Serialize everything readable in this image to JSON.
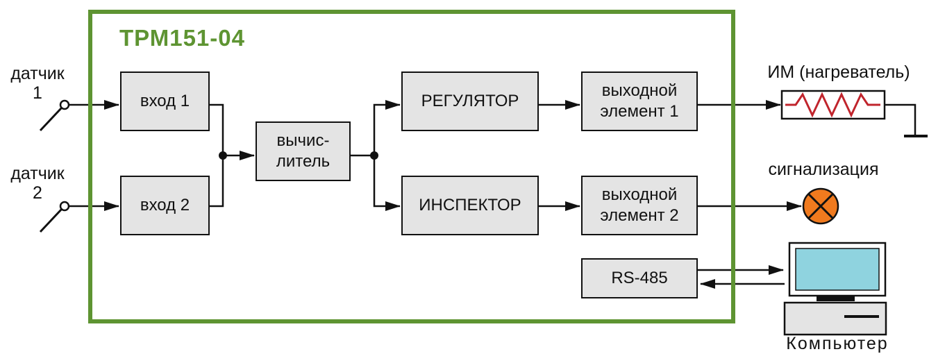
{
  "device": {
    "title": "ТРМ151-04"
  },
  "sensors": [
    {
      "label": "датчик\n1"
    },
    {
      "label": "датчик\n2"
    }
  ],
  "blocks": {
    "input1": "вход 1",
    "input2": "вход 2",
    "calculator": "вычис-\nлитель",
    "regulator": "РЕГУЛЯТОР",
    "inspector": "ИНСПЕКТОР",
    "output1": "выходной\nэлемент 1",
    "output2": "выходной\nэлемент 2",
    "rs485": "RS-485"
  },
  "external": {
    "actuator": "ИМ (нагреватель)",
    "alarm": "сигнализация",
    "computer": "Компьютер"
  },
  "colors": {
    "frame": "#5e9432",
    "block_fill": "#e4e4e4",
    "heater": "#c0242c",
    "lamp": "#f07a1e",
    "screen": "#8fd3df"
  }
}
